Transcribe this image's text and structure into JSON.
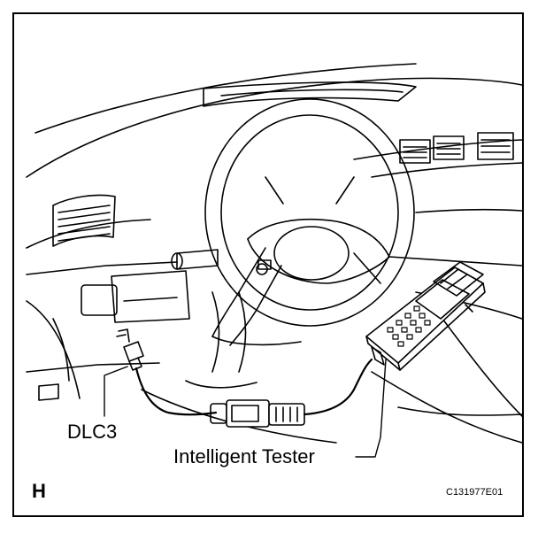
{
  "labels": {
    "dlc3": "DLC3",
    "tester": "Intelligent Tester",
    "corner_letter": "H",
    "figure_id": "C131977E01"
  },
  "icons": [
    "steering-wheel",
    "dashboard",
    "air-vent",
    "dlc3-connector",
    "cable-coupler",
    "intelligent-tester"
  ],
  "colors": {
    "line": "#000000",
    "background": "#ffffff"
  }
}
